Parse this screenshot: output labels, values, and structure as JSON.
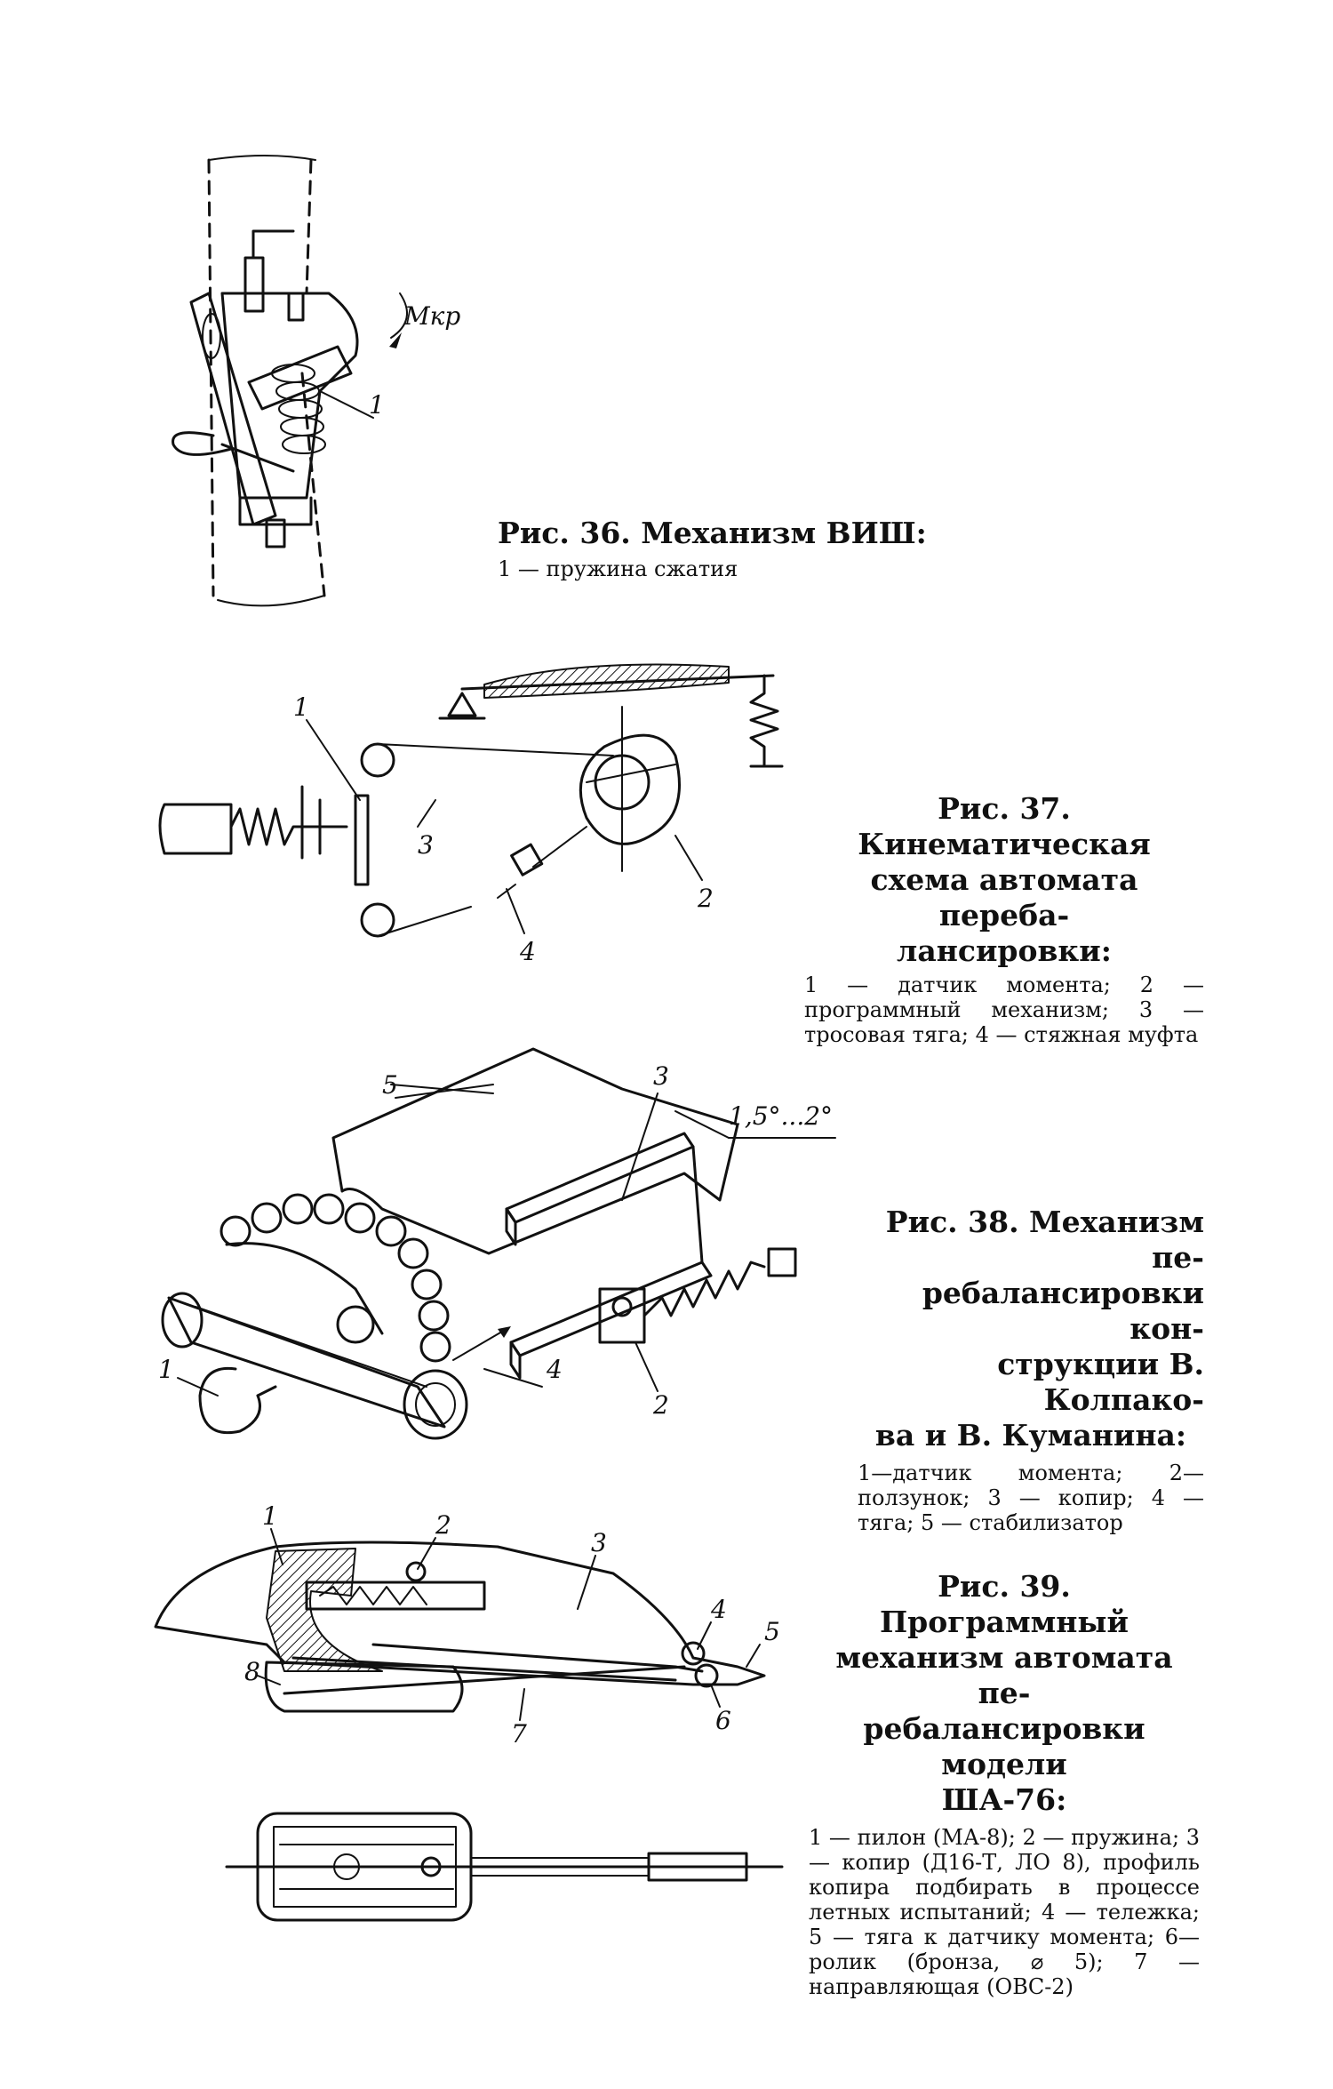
{
  "fig36": {
    "title": "Рис. 36. Механизм ВИШ:",
    "legend": "1 — пружина сжатия",
    "labels": {
      "torque": "Mкр",
      "spring": "1"
    }
  },
  "fig37": {
    "title_lines": [
      "Рис. 37. Кинематическая",
      "схема автомата переба-",
      "лансировки:"
    ],
    "legend": "1 — датчик момента; 2 — программный механизм; 3 — тросовая тяга; 4 — стяжная муфта",
    "labels": {
      "n1": "1",
      "n2": "2",
      "n3": "3",
      "n4": "4"
    }
  },
  "fig38": {
    "title_lines": [
      "Рис. 38. Механизм пе-",
      "ребалансировки кон-",
      "струкции В. Колпако-",
      "ва и В. Куманина:"
    ],
    "legend": "1—датчик момента; 2—ползунок; 3 — копир; 4 — тяга; 5 — стабилизатор",
    "labels": {
      "n1": "1",
      "n2": "2",
      "n3": "3",
      "n4": "4",
      "n5": "5",
      "angle": "1,5°...2°"
    }
  },
  "fig39": {
    "title_lines": [
      "Рис. 39. Программный",
      "механизм автомата пе-",
      "ребалансировки модели",
      "ША-76:"
    ],
    "legend": "1 — пилон (МА-8); 2 — пружина; 3 — копир (Д16-Т, ЛО 8), профиль копира подбирать в процессе летных испытаний; 4 — тележка; 5 — тяга к датчику момента; 6— ролик (бронза, ⌀ 5); 7 — направляющая (ОВС-2)",
    "labels": {
      "n1": "1",
      "n2": "2",
      "n3": "3",
      "n4": "4",
      "n5": "5",
      "n6": "6",
      "n7": "7",
      "n8": "8"
    }
  }
}
